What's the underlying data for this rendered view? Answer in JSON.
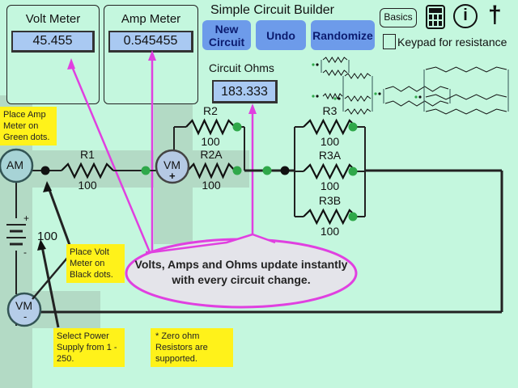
{
  "volt_meter": {
    "title": "Volt Meter",
    "value": "45.455"
  },
  "amp_meter": {
    "title": "Amp Meter",
    "value": "0.545455"
  },
  "app_title": "Simple Circuit Builder",
  "buttons": {
    "new_circuit": "New Circuit",
    "undo": "Undo",
    "randomize": "Randomize",
    "basics": "Basics"
  },
  "icons": {
    "keypad": "calculator-icon",
    "info": "info-icon",
    "dagger": "dagger-icon"
  },
  "keypad_checkbox": {
    "label": "Keypad for resistance",
    "checked": false
  },
  "circuit_ohms": {
    "label": "Circuit Ohms",
    "value": "183.333"
  },
  "circuit": {
    "ammeter_label": "AM",
    "voltmeter_label": "VM",
    "voltmeter_plus": "+",
    "voltmeter_bottom_label": "VM",
    "voltmeter_bottom_minus": "-",
    "battery_plus": "+",
    "battery_minus": "-",
    "power_supply": "100",
    "resistors": [
      {
        "name": "R1",
        "value": "100"
      },
      {
        "name": "R2",
        "value": "100"
      },
      {
        "name": "R2A",
        "value": "100"
      },
      {
        "name": "R3",
        "value": "100"
      },
      {
        "name": "R3A",
        "value": "100"
      },
      {
        "name": "R3B",
        "value": "100"
      }
    ]
  },
  "notes": {
    "amp": "Place Amp Meter on Green dots.",
    "volt": "Place Volt Meter on Black dots.",
    "power": "Select Power Supply from 1 - 250.",
    "zero": "* Zero ohm Resistors are supported.",
    "bubble": "Volts, Amps and Ohms update instantly with every circuit change."
  },
  "colors": {
    "background": "#c4f7de",
    "button": "#6d9bea",
    "value_box": "#a9c9f2",
    "note": "#fff21a",
    "callout": "#e040e0",
    "green_dot": "#2fa84a"
  }
}
